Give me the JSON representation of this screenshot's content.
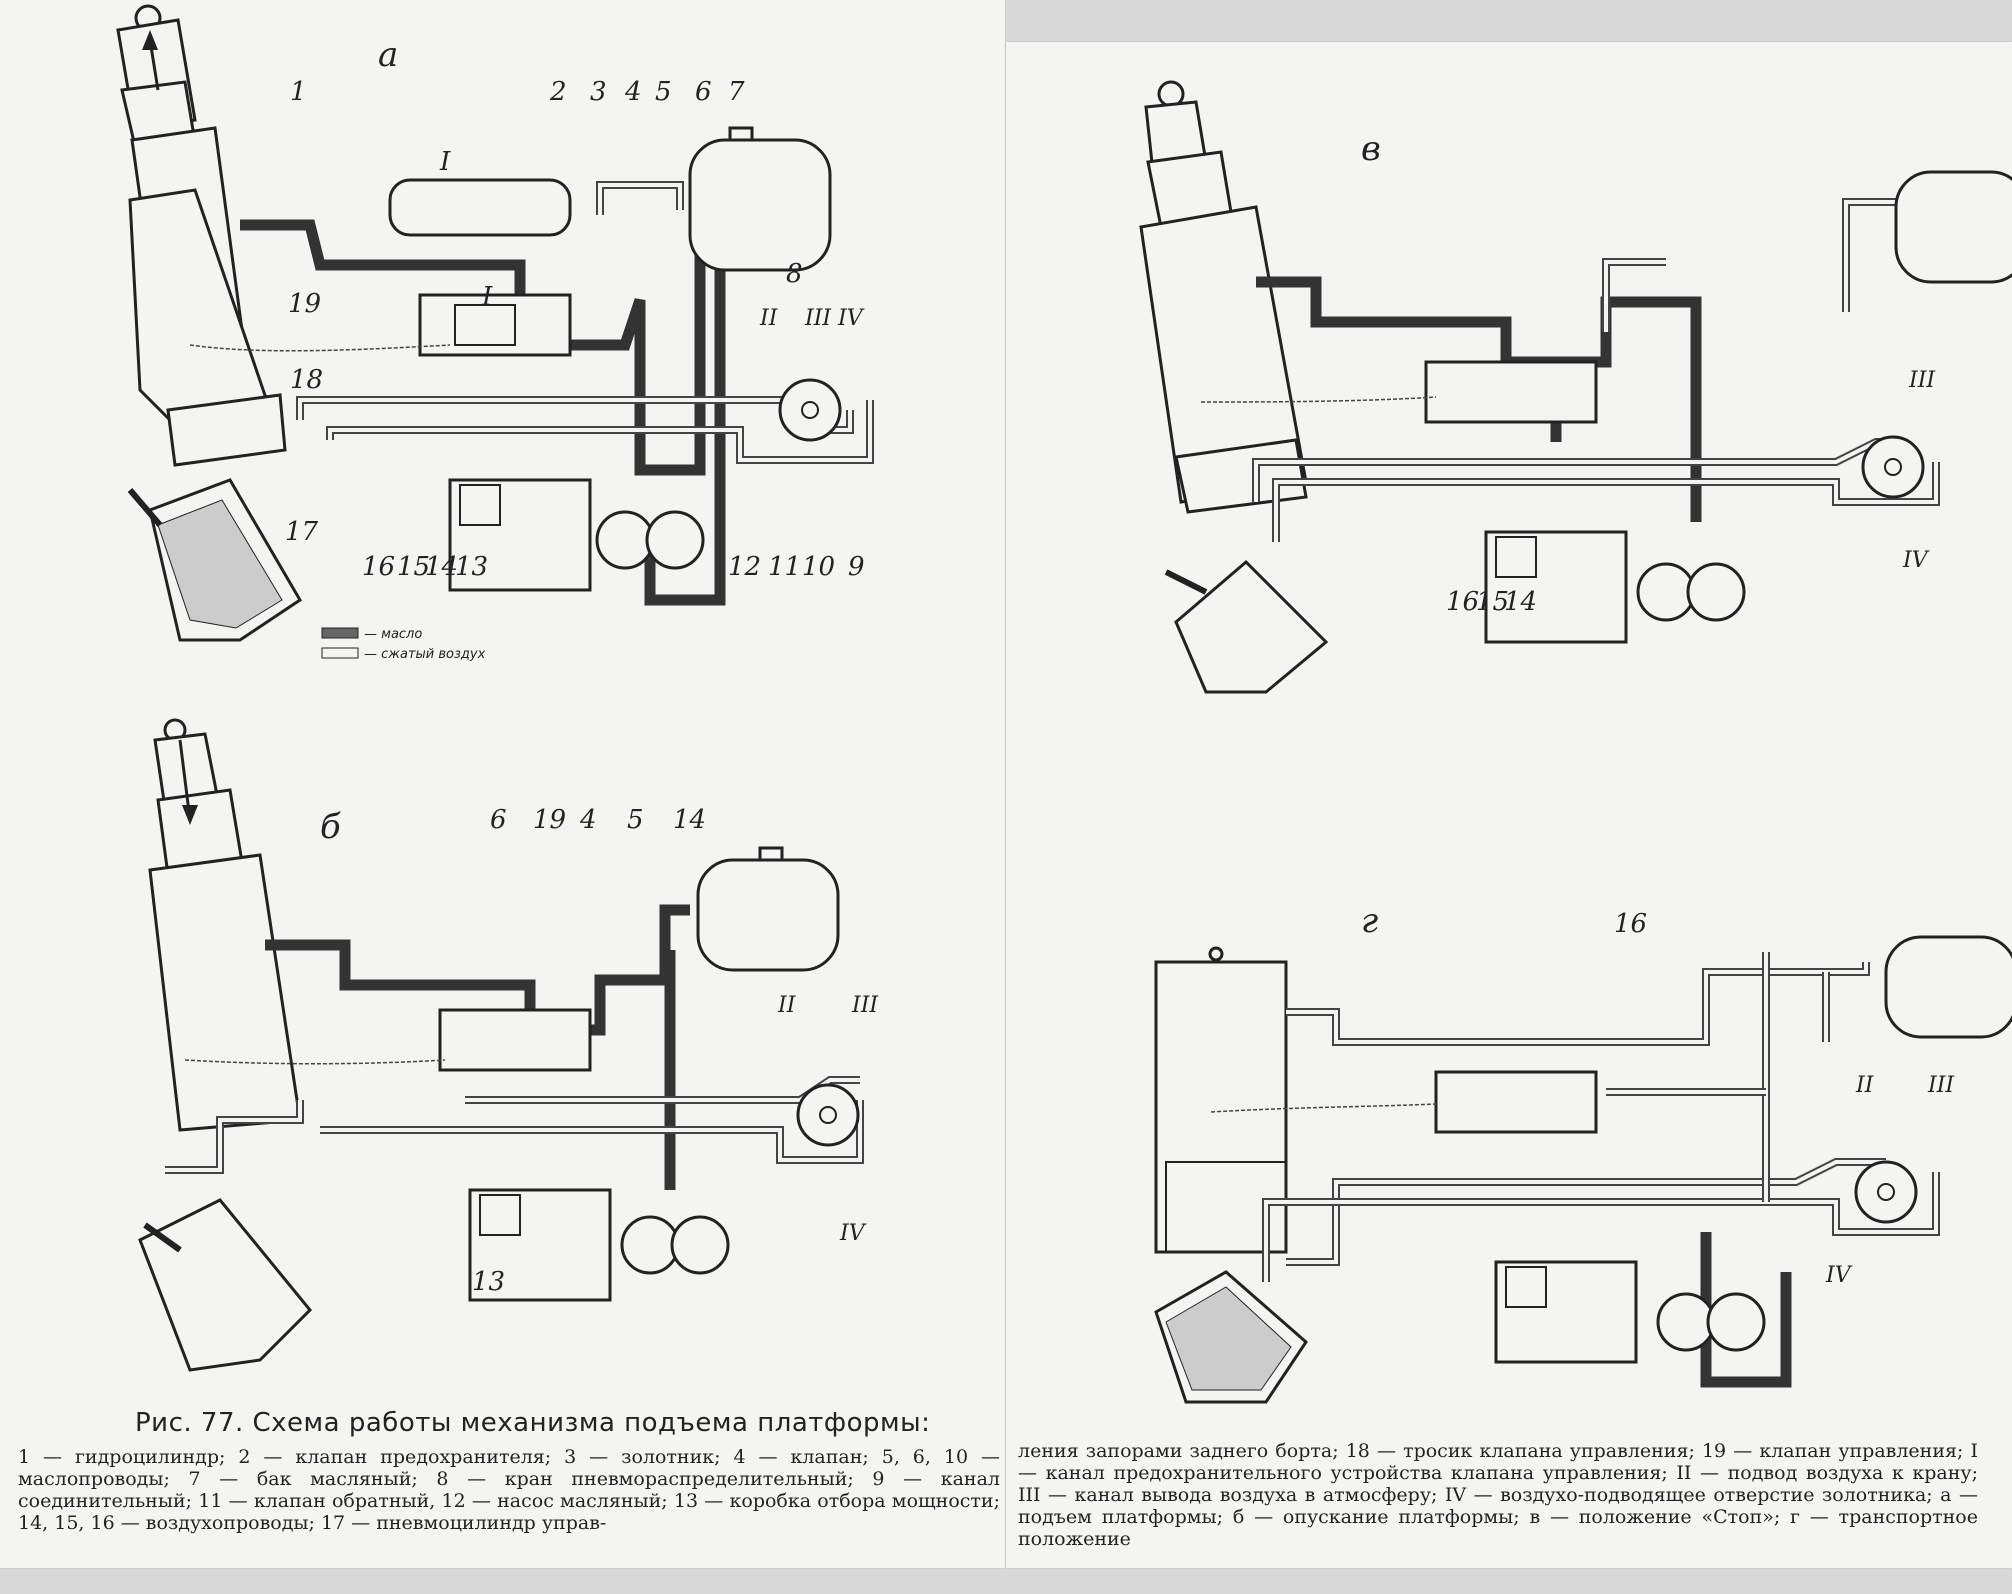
{
  "figure": {
    "title": "Рис. 77. Схема работы механизма подъема платформы:",
    "caption_left": "1 — гидроцилиндр; 2 — клапан предохранителя; 3 — золотник; 4 — клапан; 5, 6, 10 — маслопроводы; 7 — бак масляный; 8 — кран пневмораспределительный; 9 — канал соединительный; 11 — клапан обратный, 12 — насос масляный; 13 — коробка отбора мощности; 14, 15, 16 — воздухопроводы; 17 — пневмоцилиндр управ-",
    "caption_right": "ления запорами заднего борта; 18 — тросик клапана управления; 19 — клапан управления; I — канал предохранительного устройства клапана управления; II — подвод воздуха к крану; III — канал вывода воздуха в атмосферу; IV — воздухо-подводящее отверстие золотника; а — подъем платформы; б — опускание платформы; в — положение «Стоп»; г — транспортное положение"
  },
  "legend": {
    "oil": "— масло",
    "air": "— сжатый воздух"
  },
  "diagrams": {
    "a": {
      "position_label": "а",
      "labels_top": [
        "1",
        "2",
        "3",
        "4",
        "5",
        "6",
        "7"
      ],
      "label_8": "8",
      "label_19": "19",
      "label_18": "18",
      "label_17": "17",
      "label_I": "I",
      "label_I2": "I",
      "labels_ports": [
        "II",
        "III",
        "IV"
      ],
      "labels_bottom": [
        "16",
        "15",
        "14",
        "13",
        "12",
        "11",
        "10",
        "9"
      ]
    },
    "b": {
      "position_label": "б",
      "labels_top": [
        "6",
        "19",
        "4",
        "5",
        "14"
      ],
      "labels_ports": [
        "II",
        "III"
      ],
      "label_IV": "IV",
      "label_13": "13"
    },
    "v": {
      "position_label": "в",
      "label_III": "III",
      "label_IV": "IV",
      "labels_bottom": [
        "16",
        "15",
        "14"
      ]
    },
    "g": {
      "position_label": "г",
      "label_16": "16",
      "labels_ports": [
        "II",
        "III"
      ],
      "label_IV": "IV"
    }
  }
}
